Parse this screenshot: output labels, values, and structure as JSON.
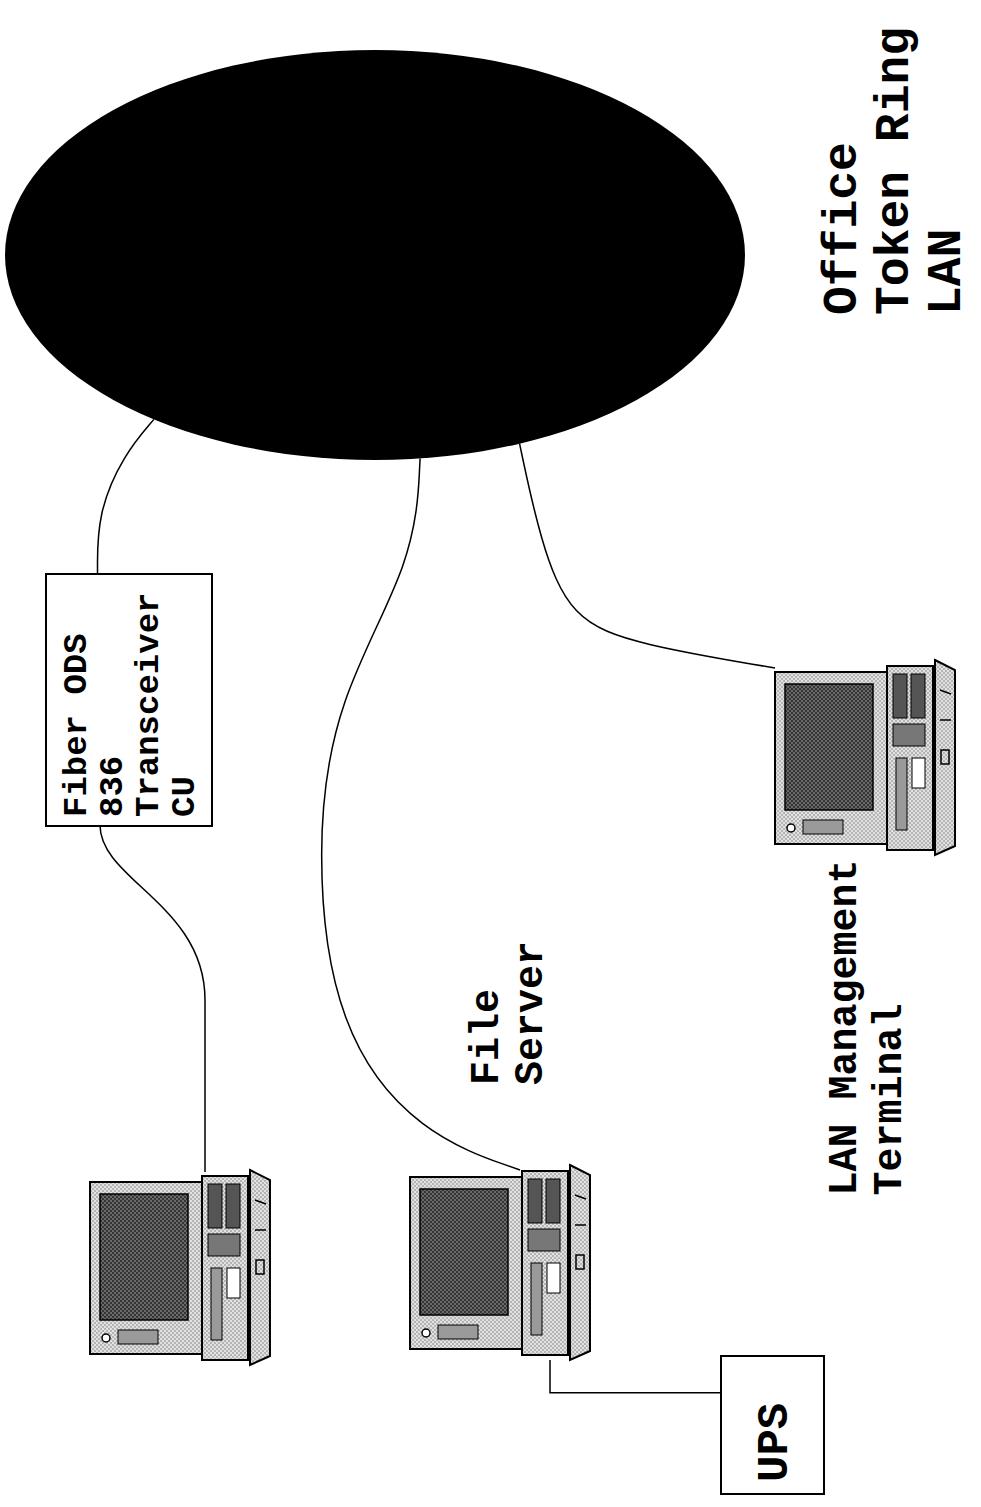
{
  "diagram": {
    "nodes": [
      {
        "text": [
          "Office Token Ring LAN"
        ]
      },
      {
        "text": [
          "Fiber ODS 836 Transceiver CU"
        ]
      },
      {
        "text": [
          "File Server"
        ]
      },
      {
        "text": [
          "LAN Management Terminal"
        ]
      },
      {
        "text": [
          "UPS"
        ]
      }
    ],
    "edges": [
      {
        "from": 0,
        "to": 1,
        "arrow": "none"
      },
      {
        "from": 0,
        "to": 2,
        "arrow": "none"
      },
      {
        "from": 0,
        "to": 3,
        "arrow": "none"
      },
      {
        "from": 2,
        "to": 4,
        "arrow": "none"
      }
    ]
  }
}
